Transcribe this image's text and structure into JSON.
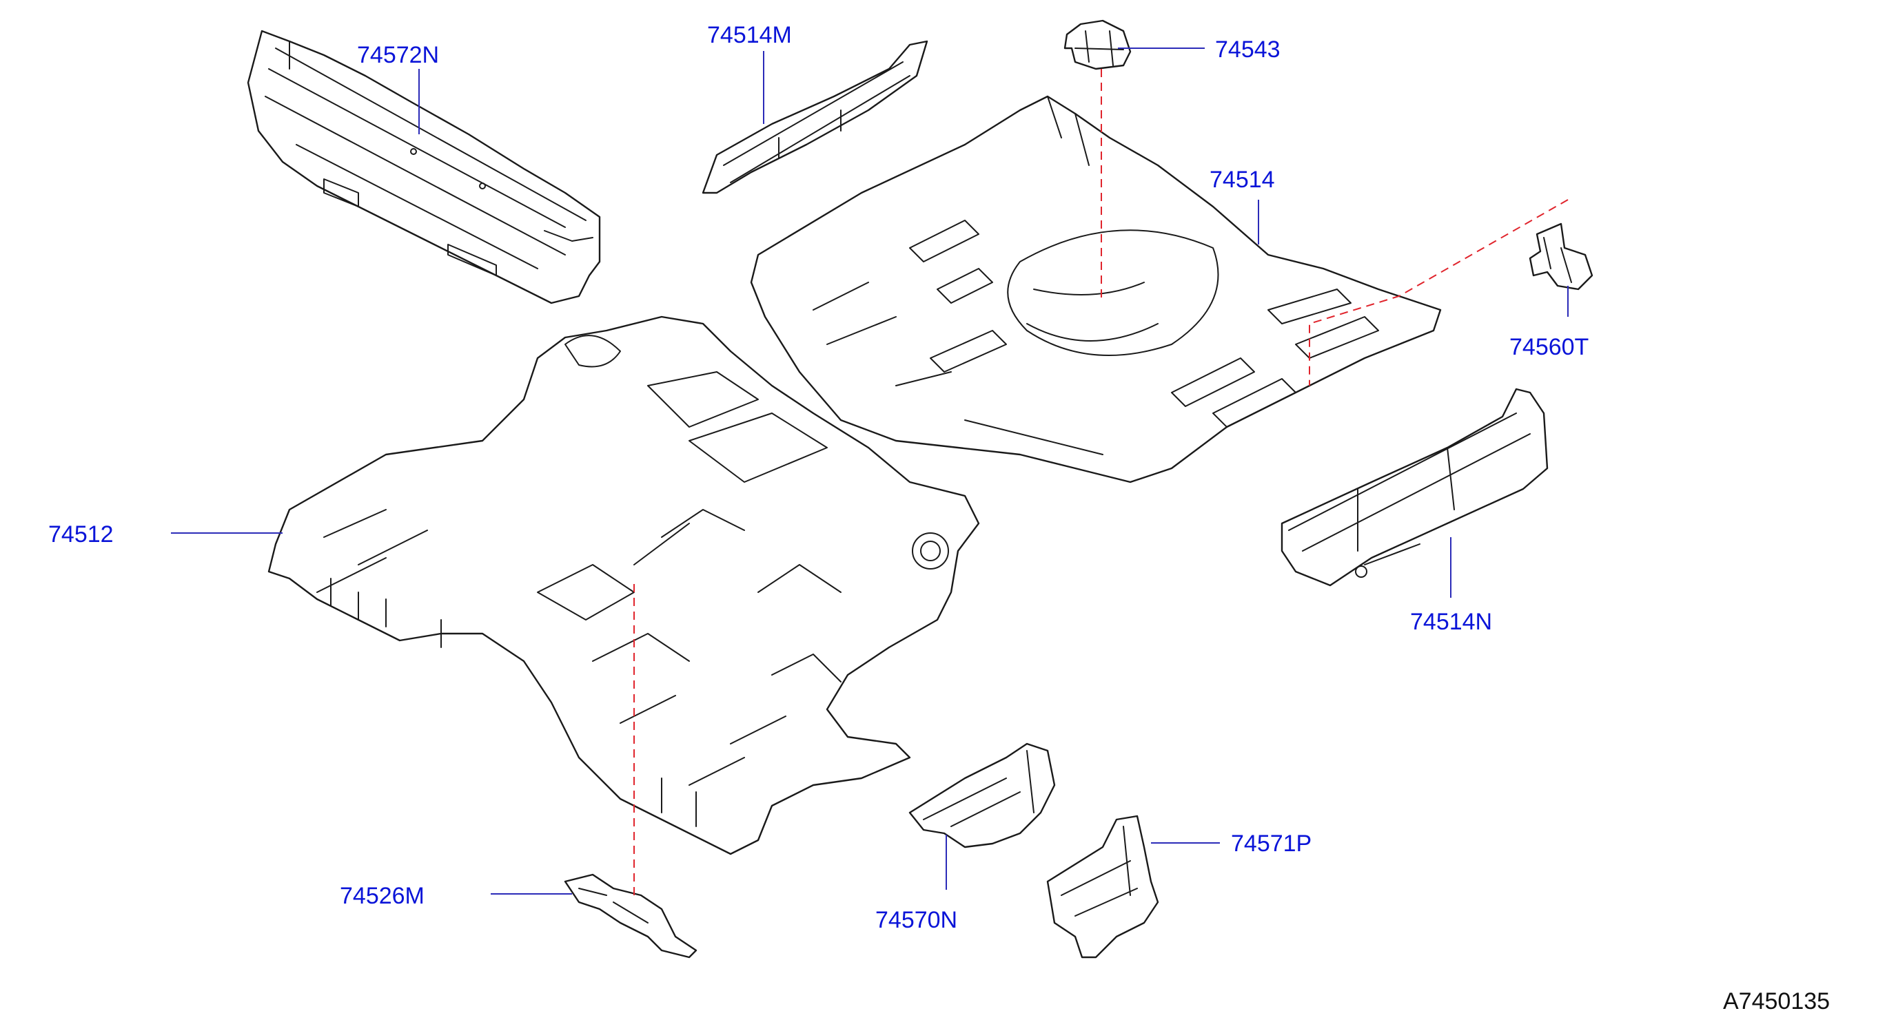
{
  "diagram": {
    "colors": {
      "label": "#0a14d8",
      "leader": "#2b2bb8",
      "alignment": "#e0242c",
      "outline": "#1a1a1a"
    },
    "parts": [
      {
        "id": "p1",
        "label": "74572N"
      },
      {
        "id": "p2",
        "label": "74514M"
      },
      {
        "id": "p3",
        "label": "74543"
      },
      {
        "id": "p4",
        "label": "74514"
      },
      {
        "id": "p5",
        "label": "74560T"
      },
      {
        "id": "p6",
        "label": "74514N"
      },
      {
        "id": "p7",
        "label": "74512"
      },
      {
        "id": "p8",
        "label": "74526M"
      },
      {
        "id": "p9",
        "label": "74570N"
      },
      {
        "id": "p10",
        "label": "74571P"
      }
    ],
    "drawing_code": "A7450135"
  }
}
